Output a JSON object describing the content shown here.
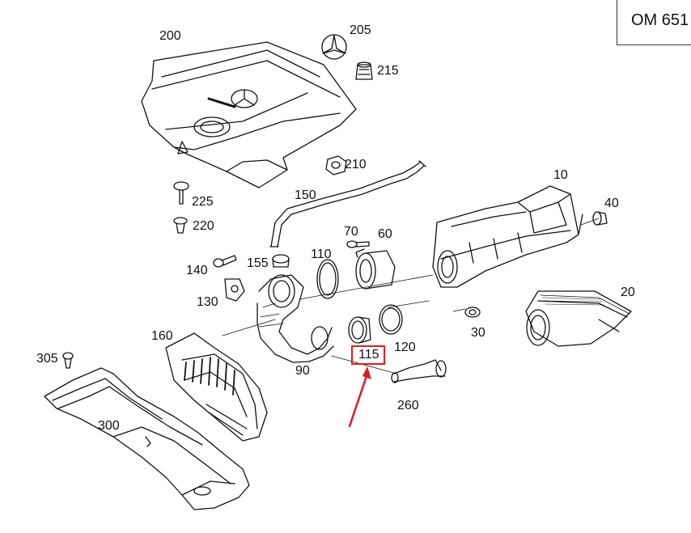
{
  "engine_code": "OM 651",
  "highlight_color": "#e01b1b",
  "highlighted_part": "115",
  "parts": [
    {
      "num": "200",
      "name": "engine-cover"
    },
    {
      "num": "205",
      "name": "star-emblem"
    },
    {
      "num": "215",
      "name": "rubber-grommet"
    },
    {
      "num": "210",
      "name": "nut"
    },
    {
      "num": "225",
      "name": "pin"
    },
    {
      "num": "220",
      "name": "clip"
    },
    {
      "num": "150",
      "name": "vent-hose"
    },
    {
      "num": "10",
      "name": "air-filter-housing"
    },
    {
      "num": "40",
      "name": "rubber-mount"
    },
    {
      "num": "70",
      "name": "screw"
    },
    {
      "num": "60",
      "name": "flow-sensor"
    },
    {
      "num": "110",
      "name": "hose-clamp"
    },
    {
      "num": "155",
      "name": "grommet"
    },
    {
      "num": "140",
      "name": "bolt"
    },
    {
      "num": "130",
      "name": "bracket"
    },
    {
      "num": "20",
      "name": "filter-element"
    },
    {
      "num": "30",
      "name": "bushing"
    },
    {
      "num": "160",
      "name": "intake-duct"
    },
    {
      "num": "90",
      "name": "intake-pipe"
    },
    {
      "num": "115",
      "name": "seal-ring"
    },
    {
      "num": "120",
      "name": "clamp"
    },
    {
      "num": "260",
      "name": "elbow-hose"
    },
    {
      "num": "305",
      "name": "expanding-rivet"
    },
    {
      "num": "300",
      "name": "cowl-panel"
    }
  ]
}
